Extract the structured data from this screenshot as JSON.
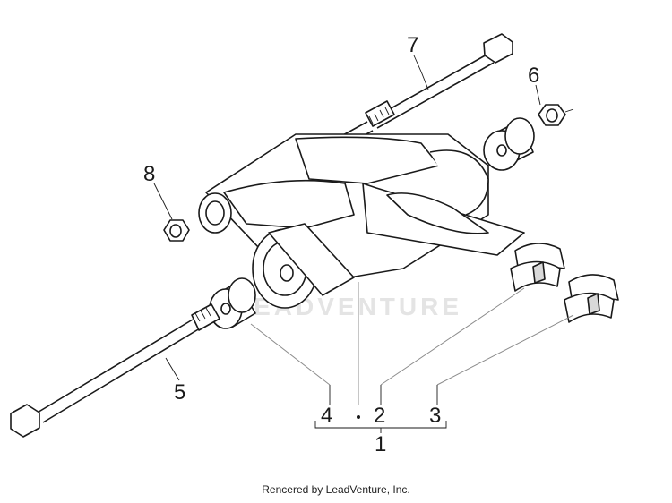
{
  "callouts": {
    "c1": "1",
    "c2": "2",
    "c3": "3",
    "c4": "4",
    "c5": "5",
    "c6": "6",
    "c7": "7",
    "c8": "8"
  },
  "watermark": "LEADVENTURE",
  "footer": "Rencered by LeadVenture, Inc.",
  "colors": {
    "line": "#1a1a1a",
    "leader_grey": "#8c8c8c",
    "watermark": "#cfcfcf"
  }
}
